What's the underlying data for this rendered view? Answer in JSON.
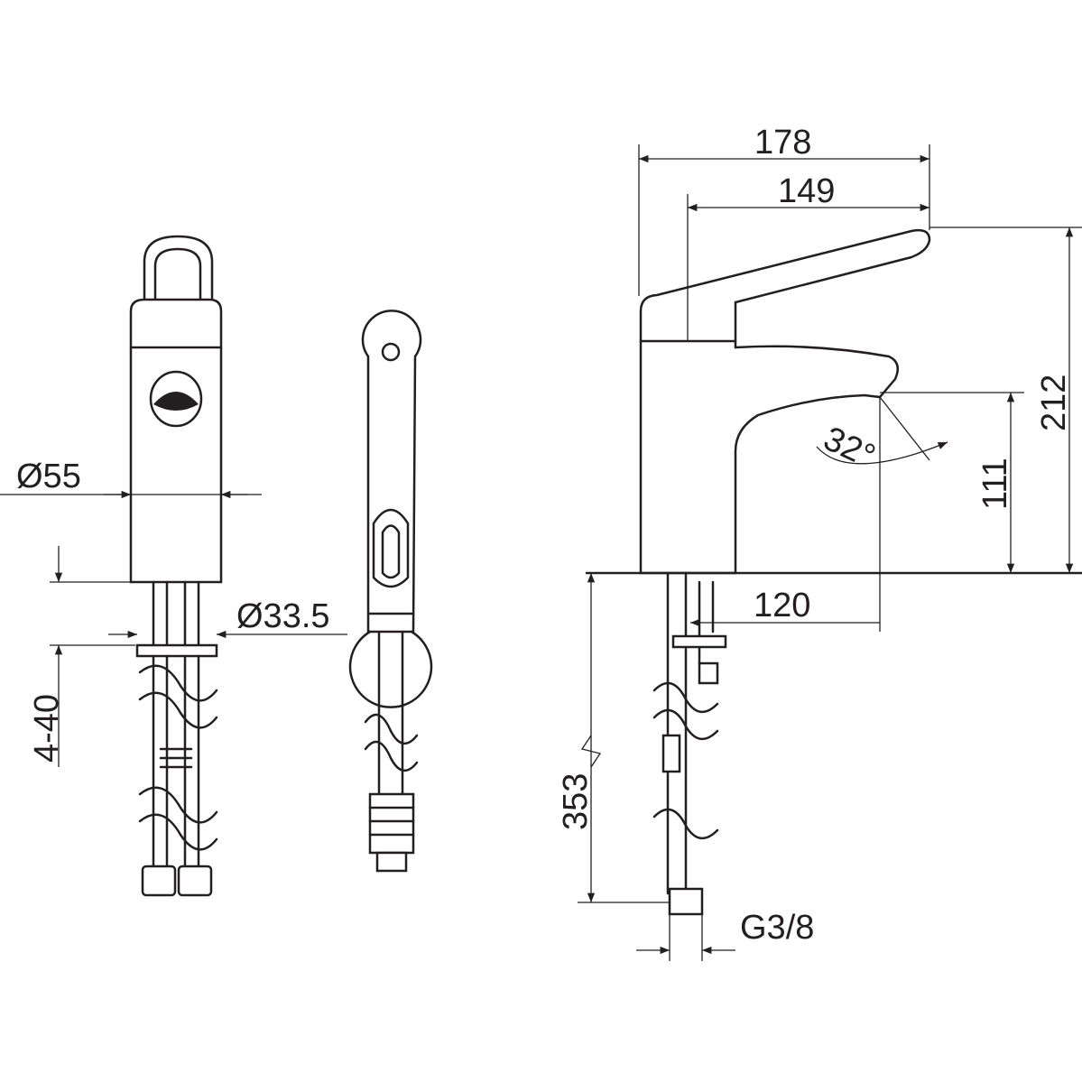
{
  "dimensions": {
    "width_total": "178",
    "handle_reach": "149",
    "height_total": "212",
    "spout_height": "111",
    "spout_reach": "120",
    "hose_length": "353",
    "connection_thread": "G3/8",
    "body_diameter": "Ø55",
    "hole_diameter": "Ø33.5",
    "deck_thickness": "4-40",
    "spray_angle": "32°"
  }
}
